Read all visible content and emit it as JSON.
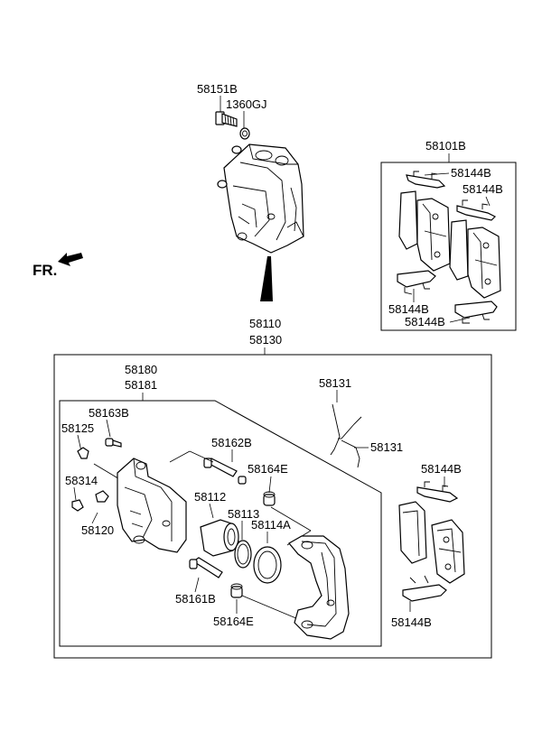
{
  "labels": {
    "top_bolt": "58151B",
    "top_bleeder": "1360GJ",
    "pad_kit": "58101B",
    "kit_shim_1": "58144B",
    "kit_shim_2": "58144B",
    "kit_shim_3": "58144B",
    "kit_shim_4": "58144B",
    "assembly_1": "58110",
    "assembly_2": "58130",
    "carrier_1": "58180",
    "carrier_2": "58181",
    "spring_top": "58131",
    "spring_right": "58131",
    "bolt_163": "58163B",
    "cap_125": "58125",
    "pin_162": "58162B",
    "boot_164_top": "58164E",
    "clip_314": "58314",
    "piston_112": "58112",
    "ring_113": "58113",
    "seal_114": "58114A",
    "screw_120": "58120",
    "pin_161": "58161B",
    "boot_164_bottom": "58164E",
    "pads_shim_top": "58144B",
    "pads_shim_bottom": "58144B"
  },
  "direction": "FR."
}
